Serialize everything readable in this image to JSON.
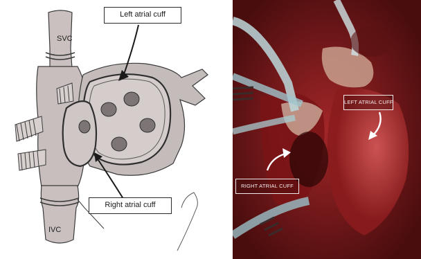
{
  "figure": {
    "drawing": {
      "svc_label": "SVC",
      "ivc_label": "IVC",
      "left_cuff_label": "Left atrial cuff",
      "right_cuff_label": "Right atrial cuff"
    },
    "photo": {
      "left_cuff_label": "LEFT ATRIAL CUFF",
      "right_cuff_label": "RIGHT ATRIAL CUFF"
    }
  }
}
